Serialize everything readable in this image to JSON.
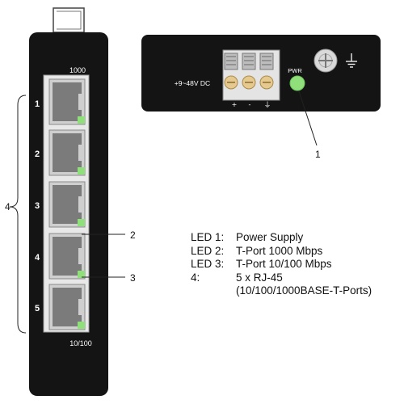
{
  "front_panel": {
    "label_top": "1000",
    "label_bottom": "10/100",
    "port_numbers": [
      "1",
      "2",
      "3",
      "4",
      "5"
    ],
    "led_color": "#8fe07a",
    "body_color": "#141414"
  },
  "power_panel": {
    "voltage": "+9~48V DC",
    "pwr_label": "PWR",
    "terminal_marks": [
      "+",
      "-",
      "⏚"
    ],
    "ground_symbol": "⏚"
  },
  "callouts": {
    "c1": "1",
    "c2": "2",
    "c3": "3",
    "c4": "4"
  },
  "legend": [
    {
      "key": "LED 1:",
      "value": "Power Supply"
    },
    {
      "key": "LED 2:",
      "value": "T-Port 1000 Mbps"
    },
    {
      "key": "LED 3:",
      "value": "T-Port 10/100 Mbps"
    },
    {
      "key": "4:",
      "value": "5 x RJ-45"
    },
    {
      "key": "",
      "value": "(10/100/1000BASE-T-Ports)"
    }
  ]
}
